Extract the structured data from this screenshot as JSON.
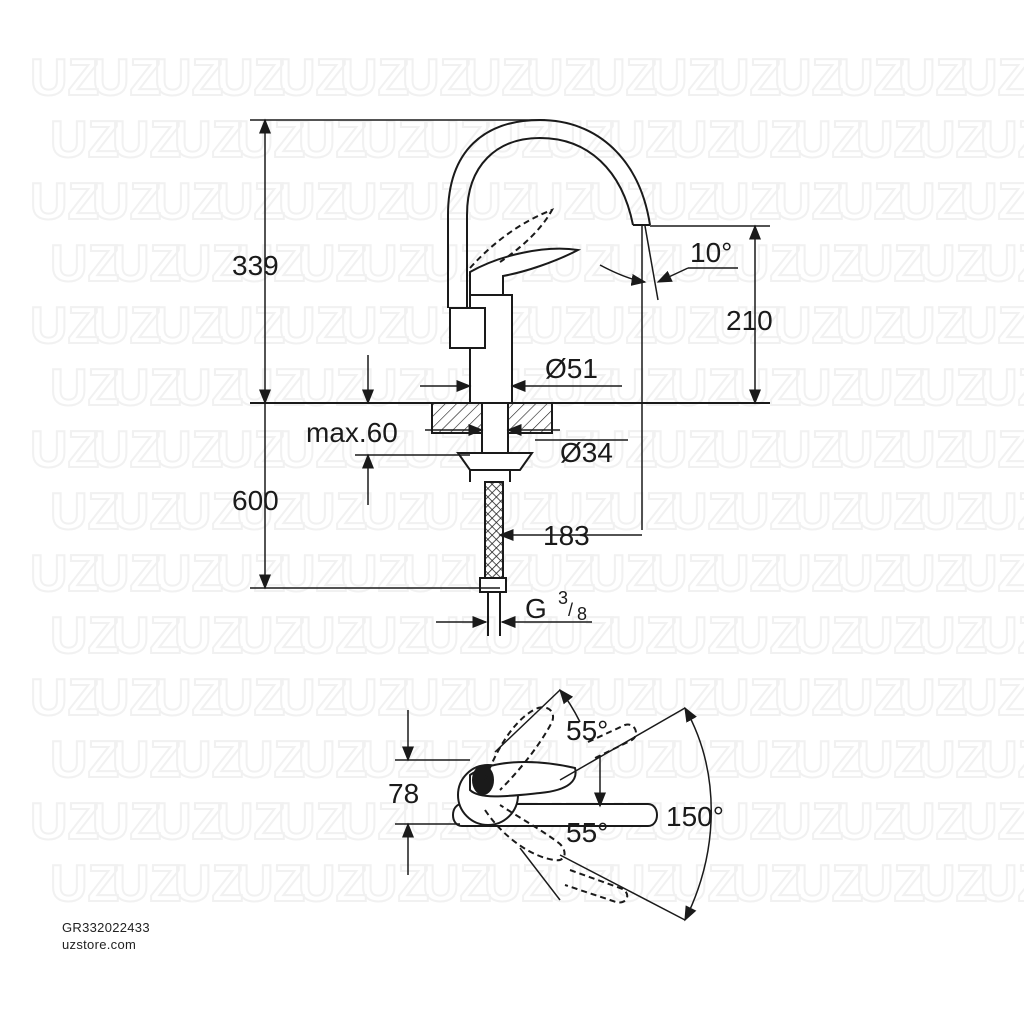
{
  "dimensions": {
    "height_total": "339",
    "spout_height": "210",
    "spout_angle": "10°",
    "body_diameter": "Ø51",
    "max_thickness": "max.60",
    "hole_diameter": "Ø34",
    "hose_length": "600",
    "spout_reach": "183",
    "connection_thread": "G",
    "thread_num": "3",
    "thread_den": "8",
    "lever_depth": "78",
    "lever_angle_up": "55°",
    "lever_angle_down": "55°",
    "swivel_angle": "150°"
  },
  "watermark": {
    "text": "UZ"
  },
  "footer": {
    "product_code": "GR332022433",
    "website": "uzstore.com"
  }
}
